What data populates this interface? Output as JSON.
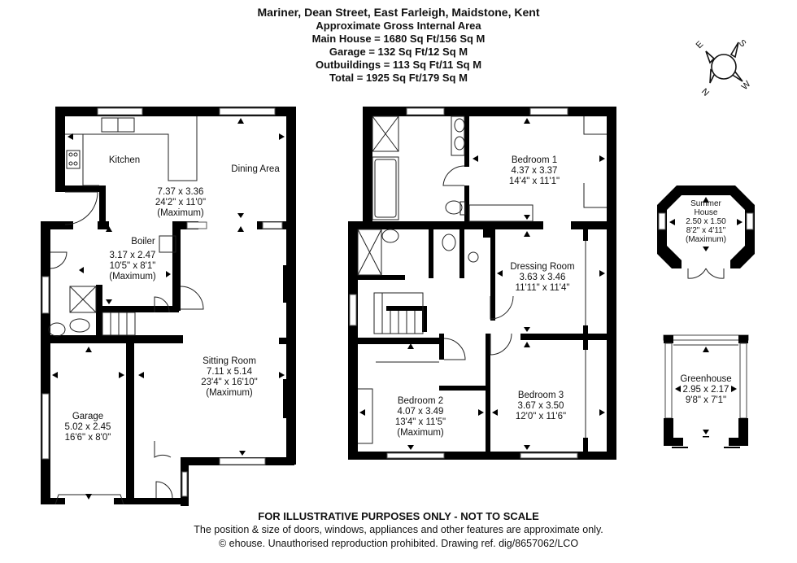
{
  "header": {
    "title": "Mariner, Dean Street, East Farleigh, Maidstone, Kent",
    "subtitle": "Approximate Gross Internal Area",
    "areas": [
      "Main House = 1680 Sq Ft/156 Sq M",
      "Garage = 132 Sq Ft/12 Sq M",
      "Outbuildings = 113 Sq Ft/11 Sq M",
      "Total = 1925 Sq Ft/179 Sq M"
    ]
  },
  "compass": {
    "labels": {
      "n": "N",
      "e": "E",
      "s": "S",
      "w": "W"
    }
  },
  "ground_floor": {
    "kitchen": {
      "name": "Kitchen"
    },
    "dining": {
      "name": "Dining Area",
      "metric": "7.37 x 3.36",
      "imperial": "24'2\" x 11'0\"",
      "note": "(Maximum)"
    },
    "boiler": {
      "name": "Boiler",
      "metric": "3.17 x 2.47",
      "imperial": "10'5\" x 8'1\"",
      "note": "(Maximum)"
    },
    "sitting": {
      "name": "Sitting Room",
      "metric": "7.11 x 5.14",
      "imperial": "23'4\" x 16'10\"",
      "note": "(Maximum)"
    },
    "garage": {
      "name": "Garage",
      "metric": "5.02 x 2.45",
      "imperial": "16'6\" x 8'0\""
    }
  },
  "first_floor": {
    "bedroom1": {
      "name": "Bedroom 1",
      "metric": "4.37 x 3.37",
      "imperial": "14'4\" x 11'1\""
    },
    "dressing": {
      "name": "Dressing Room",
      "metric": "3.63 x 3.46",
      "imperial": "11'11\" x 11'4\""
    },
    "bedroom2": {
      "name": "Bedroom 2",
      "metric": "4.07 x 3.49",
      "imperial": "13'4\" x 11'5\"",
      "note": "(Maximum)"
    },
    "bedroom3": {
      "name": "Bedroom 3",
      "metric": "3.67 x 3.50",
      "imperial": "12'0\" x 11'6\""
    }
  },
  "outbuildings": {
    "summer_house": {
      "name1": "Summer",
      "name2": "House",
      "metric": "2.50 x 1.50",
      "imperial": "8'2\" x 4'11\"",
      "note": "(Maximum)"
    },
    "greenhouse": {
      "name": "Greenhouse",
      "metric": "2.95 x 2.17",
      "imperial": "9'8\" x 7'1\""
    }
  },
  "footer": {
    "disclaimer": "FOR ILLUSTRATIVE PURPOSES ONLY - NOT TO SCALE",
    "note": "The position & size of doors, windows, appliances and other features are approximate only.",
    "copyright": "© ehouse. Unauthorised reproduction prohibited. Drawing ref. dig/8657062/LCO"
  }
}
